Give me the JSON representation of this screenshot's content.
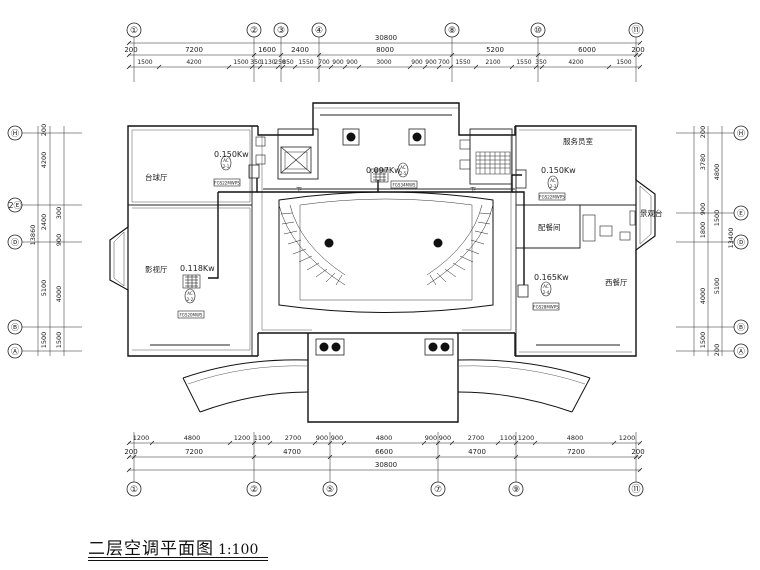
{
  "drawing": {
    "title": "二层空调平面图",
    "scale": "1:100"
  },
  "axes_top": [
    "①",
    "②",
    "③",
    "④",
    "⑧",
    "⑩",
    "⑪"
  ],
  "axes_bottom": [
    "①",
    "②",
    "⑤",
    "⑦",
    "⑨",
    "⑪"
  ],
  "axes_left": [
    "Ⓗ",
    "2Ⓔ",
    "Ⓓ",
    "Ⓑ",
    "Ⓐ"
  ],
  "axes_right": [
    "Ⓗ",
    "Ⓔ",
    "Ⓓ",
    "Ⓑ",
    "Ⓐ"
  ],
  "dims_top": {
    "total": "30800",
    "row2": [
      "200",
      "7200",
      "1600",
      "2400",
      "8000",
      "5200",
      "6000",
      "200"
    ],
    "row3": [
      "1500",
      "4200",
      "1500",
      "350",
      "1130",
      "250",
      "850",
      "1550",
      "700",
      "900",
      "900",
      "3000",
      "900",
      "900",
      "700",
      "1550",
      "2100",
      "1550",
      "350",
      "4200",
      "1500"
    ]
  },
  "dims_bottom": {
    "row1": [
      "1200",
      "4800",
      "1200",
      "1100",
      "2700",
      "900",
      "900",
      "4800",
      "900",
      "900",
      "2700",
      "1100",
      "1200",
      "4800",
      "1200"
    ],
    "row2": [
      "200",
      "7200",
      "4700",
      "6600",
      "4700",
      "7200",
      "200"
    ],
    "total": "30800"
  },
  "dims_left": [
    "200",
    "4200",
    "2400",
    "13860",
    "300",
    "900",
    "5100",
    "4000",
    "1500",
    "1500"
  ],
  "dims_right": [
    "200",
    "3780",
    "4800",
    "900",
    "1500",
    "1800",
    "13400",
    "5100",
    "4000",
    "1500",
    "200"
  ],
  "rooms": {
    "r1": "台球厅",
    "r2": "影视厅",
    "r3": "服务员室",
    "r4": "配餐间",
    "r5": "西餐厅",
    "r6": "景观台"
  },
  "units": [
    {
      "power": "0.150Kw",
      "tag": "AC",
      "num": "2-1",
      "model": "FGS22MWPS"
    },
    {
      "power": "0.118Kw",
      "tag": "AC",
      "num": "2-2",
      "model": "FGS20MWS"
    },
    {
      "power": "0.097Kw",
      "tag": "AC",
      "num": "2-5",
      "model": "FGS34MWS"
    },
    {
      "power": "0.150Kw",
      "tag": "AC",
      "num": "2-3",
      "model": "FGS22MWPS"
    },
    {
      "power": "0.165Kw",
      "tag": "AC",
      "num": "2-4",
      "model": "FGS28MWPS"
    }
  ],
  "stair_label": "下"
}
